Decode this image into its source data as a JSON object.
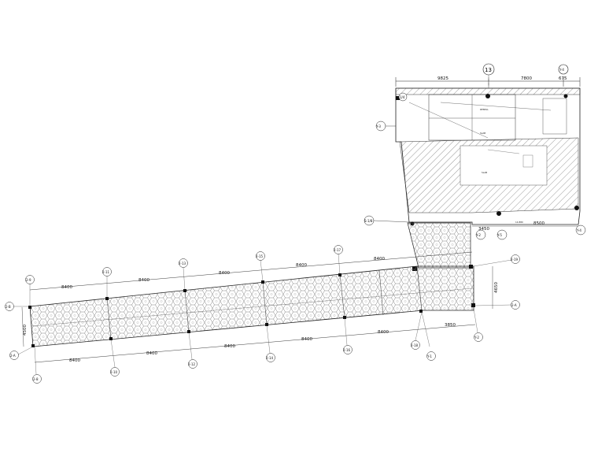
{
  "drawing": {
    "top_dims": {
      "left": "9825",
      "right": "7800",
      "edge": "675"
    },
    "top_grid_labels": {
      "g13": "13",
      "gy4": "Y-4"
    },
    "upper_block": {
      "dims": {
        "d3450": "3450",
        "d8500": "8500",
        "d1": "14.880"
      },
      "labels": {
        "l1_4": "1/4",
        "lY3": "Y-3",
        "lY5": "Y-5",
        "lY4": "Y-4",
        "lS1b": "S-1/8",
        "lY2": "Y-2"
      }
    },
    "corridor": {
      "top_dims": [
        "8400",
        "8400",
        "8400",
        "8400",
        "8400"
      ],
      "bottom_dims": [
        "8400",
        "8400",
        "8400",
        "8400",
        "8400",
        "3850"
      ],
      "side_dims": {
        "left": "4500",
        "right": "4650"
      },
      "top_grid_labels": [
        "2-9",
        "2-11",
        "2-13",
        "2-15",
        "2-17"
      ],
      "bottom_grid_labels": [
        "2-8",
        "2-10",
        "2-12",
        "2-14",
        "2-16",
        "2-18"
      ],
      "right_labels": {
        "r1": "2-19",
        "r2": "2-A"
      },
      "left_labels": {
        "l1": "2-B",
        "l2": "2-A"
      },
      "y_labels": {
        "y1": "Y-1",
        "y2": "Y-2"
      }
    }
  }
}
